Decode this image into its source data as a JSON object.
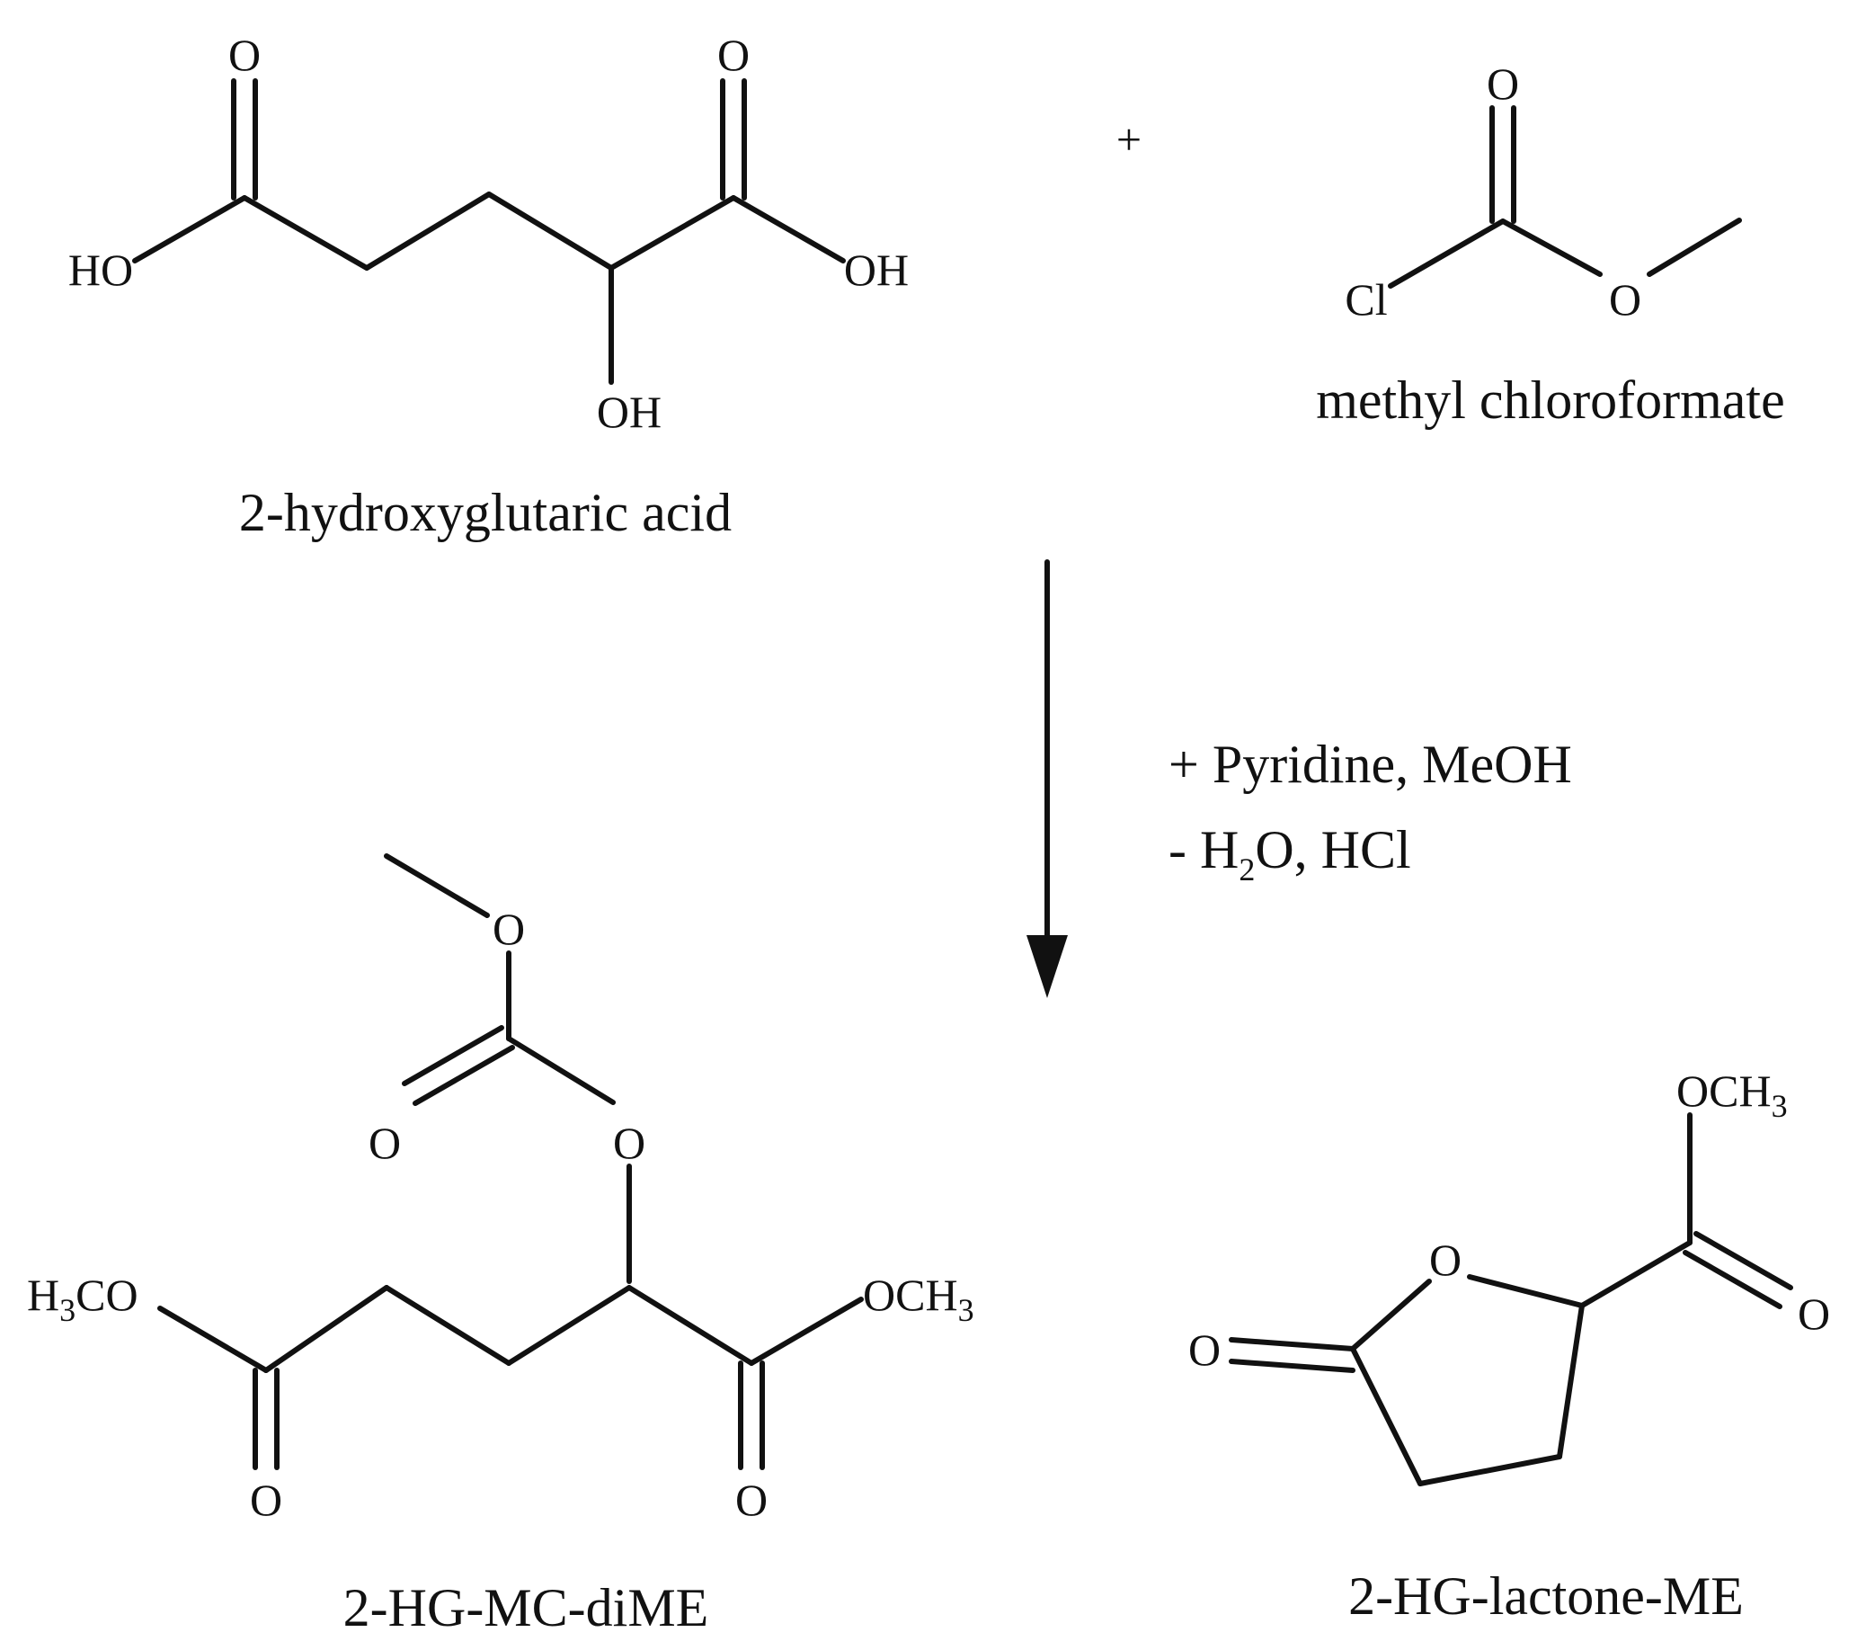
{
  "reactant1": {
    "name": "2-hydroxyglutaric acid",
    "atoms": {
      "o_left": "O",
      "o_right": "O",
      "ho": "HO",
      "oh_right": "OH",
      "oh_bottom": "OH"
    }
  },
  "plus": "+",
  "reactant2": {
    "name": "methyl chloroformate",
    "atoms": {
      "o_top": "O",
      "cl": "Cl",
      "o_ester": "O"
    }
  },
  "conditions": {
    "line1": "+ Pyridine, MeOH",
    "line2_pre": "- H",
    "line2_sub": "2",
    "line2_post": "O, HCl"
  },
  "product1": {
    "name": "2-HG-MC-diME",
    "atoms": {
      "o_top": "O",
      "o_carbonyl": "O",
      "o_link": "O",
      "h3co_h": "H",
      "h3co_3": "3",
      "h3co_co": "CO",
      "och3_och": "OCH",
      "och3_3": "3",
      "o_bottom_left": "O",
      "o_bottom_right": "O"
    }
  },
  "product2": {
    "name": "2-HG-lactone-ME",
    "atoms": {
      "och3_och": "OCH",
      "och3_3": "3",
      "o_ring": "O",
      "o_exo": "O",
      "o_carbonyl": "O"
    }
  }
}
